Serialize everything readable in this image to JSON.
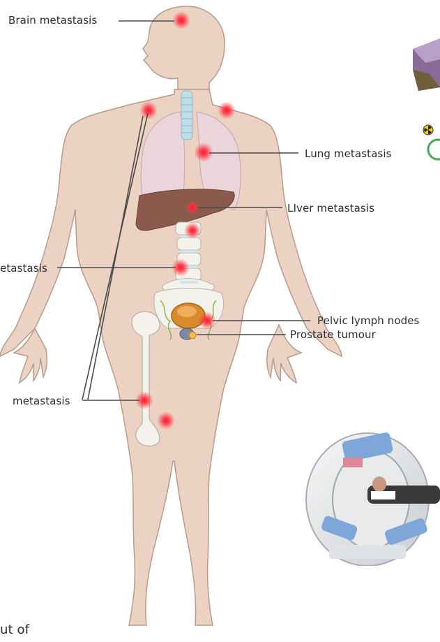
{
  "labels": {
    "brain": "Brain metastasis",
    "lung": "Lung metastasis",
    "liver": "LIver metastasis",
    "spine": "etastasis",
    "pelvic": "Pelvic lymph nodes",
    "prostate": "Prostate tumour",
    "bone": "metastasis",
    "footer": "ut of"
  },
  "colors": {
    "skin": "#ecd2c2",
    "skin_outline": "#b89a8a",
    "lung": "#e9d6dc",
    "liver": "#8a5a4c",
    "bone": "#f4f2ec",
    "spine_disc": "#cfe3ea",
    "trachea": "#bfdde9",
    "bladder": "#d98a2b",
    "metastasis": "#e3001b",
    "leader_line": "#4a4a4a"
  },
  "icons": {
    "radiation": "radiation-icon",
    "scanner": "mri-scanner-illustration"
  }
}
